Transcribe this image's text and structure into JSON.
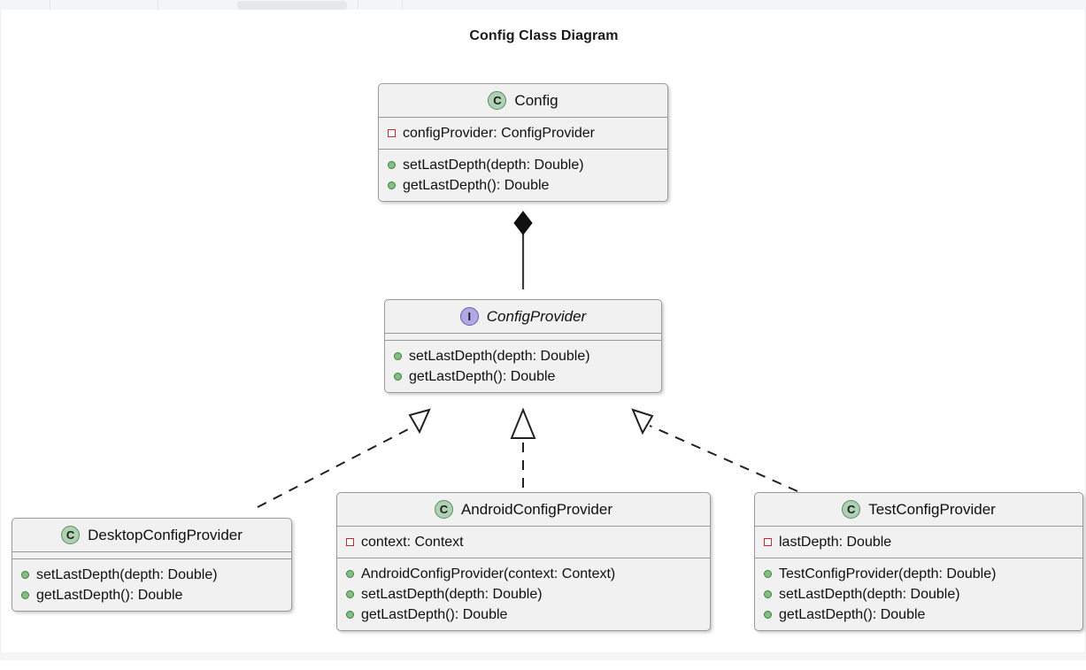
{
  "diagram": {
    "title": "Config Class Diagram",
    "type": "uml-class-diagram",
    "colors": {
      "class_icon_fill": "#ADD1B2",
      "interface_icon_fill": "#B4A7E5",
      "node_fill": "#F1F1F1",
      "node_border": "#9A9A9A",
      "private_marker": "#C82930",
      "public_marker": "#84BE84",
      "canvas": "#FFFFFF"
    },
    "nodes": [
      {
        "id": "config",
        "kind": "class",
        "icon": "class-icon",
        "icon_letter": "C",
        "name": "Config",
        "italic": false,
        "attributes": [
          {
            "visibility": "private",
            "text": "configProvider: ConfigProvider"
          }
        ],
        "methods": [
          {
            "visibility": "public",
            "text": "setLastDepth(depth: Double)"
          },
          {
            "visibility": "public",
            "text": "getLastDepth(): Double"
          }
        ]
      },
      {
        "id": "configprovider",
        "kind": "interface",
        "icon": "interface-icon",
        "icon_letter": "I",
        "name": "ConfigProvider",
        "italic": true,
        "attributes": [],
        "methods": [
          {
            "visibility": "public",
            "text": "setLastDepth(depth: Double)"
          },
          {
            "visibility": "public",
            "text": "getLastDepth(): Double"
          }
        ]
      },
      {
        "id": "desktop",
        "kind": "class",
        "icon": "class-icon",
        "icon_letter": "C",
        "name": "DesktopConfigProvider",
        "italic": false,
        "attributes": [],
        "methods": [
          {
            "visibility": "public",
            "text": "setLastDepth(depth: Double)"
          },
          {
            "visibility": "public",
            "text": "getLastDepth(): Double"
          }
        ]
      },
      {
        "id": "android",
        "kind": "class",
        "icon": "class-icon",
        "icon_letter": "C",
        "name": "AndroidConfigProvider",
        "italic": false,
        "attributes": [
          {
            "visibility": "private",
            "text": "context: Context"
          }
        ],
        "methods": [
          {
            "visibility": "public",
            "text": "AndroidConfigProvider(context: Context)"
          },
          {
            "visibility": "public",
            "text": "setLastDepth(depth: Double)"
          },
          {
            "visibility": "public",
            "text": "getLastDepth(): Double"
          }
        ]
      },
      {
        "id": "test",
        "kind": "class",
        "icon": "class-icon",
        "icon_letter": "C",
        "name": "TestConfigProvider",
        "italic": false,
        "attributes": [
          {
            "visibility": "private",
            "text": "lastDepth: Double"
          }
        ],
        "methods": [
          {
            "visibility": "public",
            "text": "TestConfigProvider(depth: Double)"
          },
          {
            "visibility": "public",
            "text": "setLastDepth(depth: Double)"
          },
          {
            "visibility": "public",
            "text": "getLastDepth(): Double"
          }
        ]
      }
    ],
    "edges": [
      {
        "from": "config",
        "to": "configprovider",
        "relation": "composition",
        "style": "solid",
        "head": "filled-diamond"
      },
      {
        "from": "desktop",
        "to": "configprovider",
        "relation": "realization",
        "style": "dashed",
        "head": "hollow-triangle"
      },
      {
        "from": "android",
        "to": "configprovider",
        "relation": "realization",
        "style": "dashed",
        "head": "hollow-triangle"
      },
      {
        "from": "test",
        "to": "configprovider",
        "relation": "realization",
        "style": "dashed",
        "head": "hollow-triangle"
      }
    ]
  }
}
